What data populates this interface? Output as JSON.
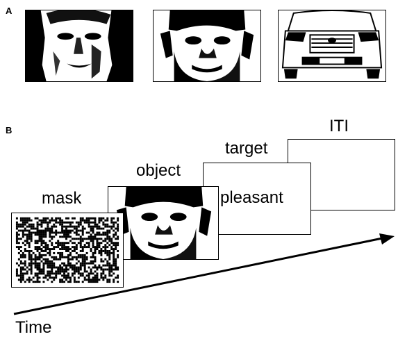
{
  "panel_a": {
    "letter": "A",
    "images": [
      {
        "icon": "white-face-photo-icon"
      },
      {
        "icon": "black-face-photo-icon"
      },
      {
        "icon": "car-front-photo-icon"
      }
    ]
  },
  "panel_b": {
    "letter": "B",
    "frames": [
      {
        "label": "mask",
        "icon": "noise-mask-icon"
      },
      {
        "label": "object",
        "icon": "black-face-photo-icon"
      },
      {
        "label": "target",
        "content_text": "pleasant"
      },
      {
        "label": "ITI"
      }
    ],
    "axis_label": "Time",
    "colors": {
      "line": "#000000",
      "background": "#ffffff"
    }
  }
}
